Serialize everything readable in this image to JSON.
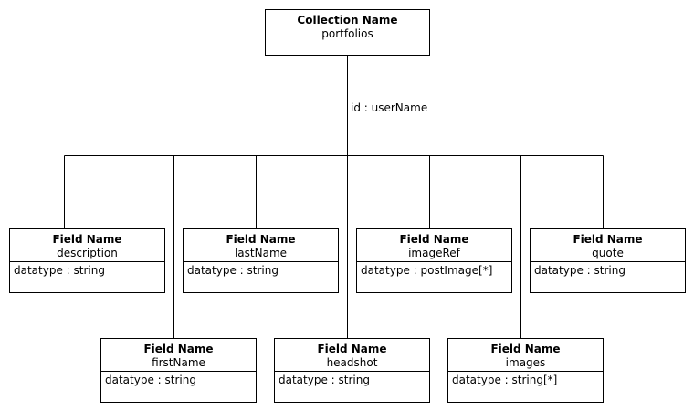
{
  "collection": {
    "label": "Collection Name",
    "name": "portfolios"
  },
  "edge_label": "id : userName",
  "fields": [
    {
      "label": "Field Name",
      "name": "description",
      "attribute": "datatype : string"
    },
    {
      "label": "Field Name",
      "name": "firstName",
      "attribute": "datatype : string"
    },
    {
      "label": "Field Name",
      "name": "lastName",
      "attribute": "datatype : string"
    },
    {
      "label": "Field Name",
      "name": "headshot",
      "attribute": "datatype : string"
    },
    {
      "label": "Field Name",
      "name": "imageRef",
      "attribute": "datatype : postImage[*]"
    },
    {
      "label": "Field Name",
      "name": "images",
      "attribute": "datatype : string[*]"
    },
    {
      "label": "Field Name",
      "name": "quote",
      "attribute": "datatype : string"
    }
  ]
}
